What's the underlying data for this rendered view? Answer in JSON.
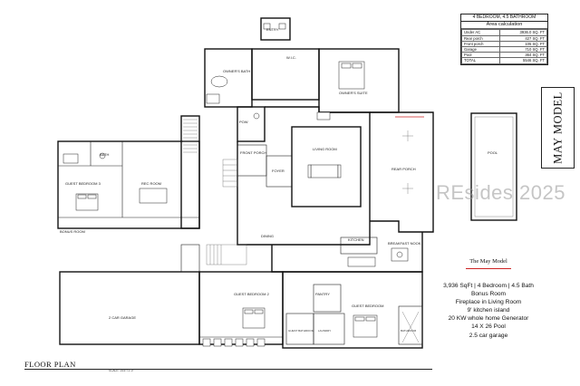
{
  "area_table": {
    "header": "4 BEDROOM, 4.5 BATHROOM",
    "subheader": "Area calculation",
    "rows": [
      {
        "label": "Under AC",
        "value": "3936.0 SQ. FT"
      },
      {
        "label": "Rear porch",
        "value": "427 SQ. FT"
      },
      {
        "label": "Front porch",
        "value": "105 SQ. FT"
      },
      {
        "label": "Garage",
        "value": "710 SQ. FT"
      },
      {
        "label": "Pool",
        "value": "364 SQ. FT"
      },
      {
        "label": "TOTAL",
        "value": "5546 SQ. FT"
      }
    ]
  },
  "model_side_label": "MAY MODEL",
  "model_title": "The May Model",
  "accent_color": "#cc2222",
  "features": [
    "3,936 SqFt | 4 Bedroom | 4.5 Bath",
    "Bonus Room",
    "Fireplace in Living Room",
    "9' kitchen island",
    "20 KW whole home Generator",
    "14 X 26 Pool",
    "2.5 car garage"
  ],
  "floor_plan_title": "FLOOR PLAN",
  "scale_note": "SCALE: 1/16\"=1'-0\"",
  "watermark": "REsides 2025",
  "rooms": {
    "entry_porch": "ENTRY",
    "owners_bath": "OWNER'S BATH",
    "wic": "W.I.C.",
    "owners_suite": "OWNER'S SUITE",
    "powder": "POW",
    "front_porch": "FRONT PORCH",
    "foyer": "FOYER",
    "living_room": "LIVING ROOM",
    "rear_porch": "REAR PORCH",
    "pool": "POOL",
    "guest_bedroom_3": "GUEST BEDROOM 3",
    "rec_room": "REC ROOM",
    "bonus_room": "BONUS ROOM",
    "bath_upper": "BATH",
    "dining": "DINING",
    "kitchen": "KITCHEN",
    "breakfast_nook": "BREAKFAST NOOK",
    "garage": "2 CAR GARAGE",
    "guest_bedroom_2": "GUEST BEDROOM 2",
    "pantry": "PANTRY",
    "guest_bedroom": "GUEST BEDROOM",
    "guest_bath": "GUEST BATHROOM",
    "laundry": "LAUNDRY",
    "bathroom": "BATHROOM"
  }
}
